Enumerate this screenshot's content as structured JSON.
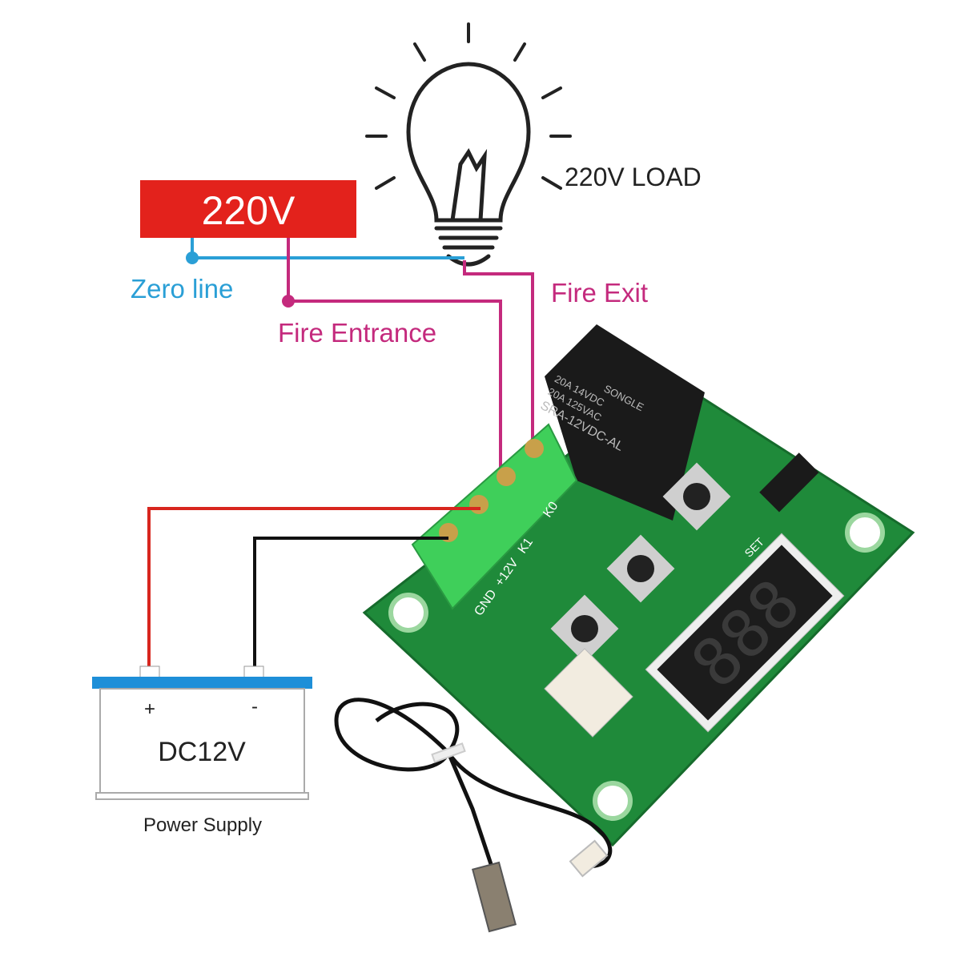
{
  "source": {
    "label": "220V",
    "color": "#e3221c"
  },
  "load": {
    "label": "220V LOAD"
  },
  "wires": {
    "zero_line": {
      "label": "Zero line",
      "color": "#2a9fd6"
    },
    "fire_entrance": {
      "label": "Fire Entrance",
      "color": "#c42a7d"
    },
    "fire_exit": {
      "label": "Fire Exit",
      "color": "#c42a7d"
    },
    "positive_color": "#d8261e",
    "negative_color": "#111111"
  },
  "power_supply": {
    "plus": "+",
    "minus": "-",
    "voltage": "DC12V",
    "caption": "Power Supply",
    "bar_color": "#1e8fd8"
  },
  "relay": {
    "brand": "SONGLE",
    "line1": "20A 14VDC",
    "line2": "20A 125VAC",
    "model": "SRA-12VDC-AL"
  },
  "board": {
    "labels": [
      "K0",
      "K1",
      "+12V",
      "GND"
    ],
    "display": "888",
    "set_label": "SET",
    "color": "#1f8a3a"
  }
}
